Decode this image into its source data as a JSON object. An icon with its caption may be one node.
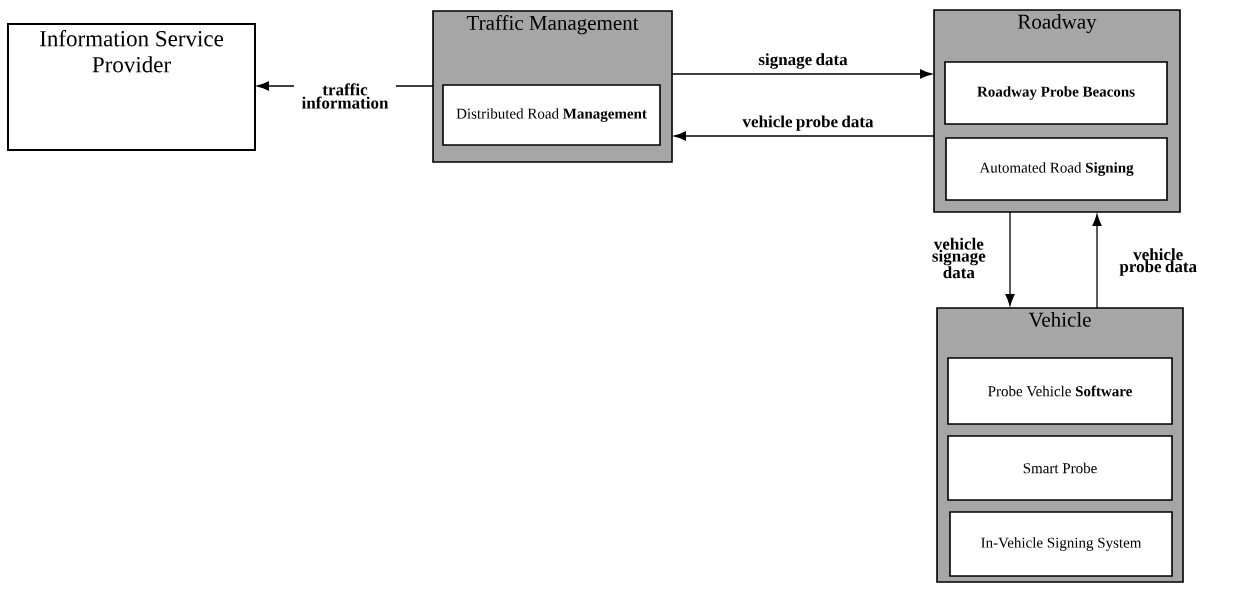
{
  "diagram": {
    "nodes": [
      {
        "text": [
          "Information Service Provider"
        ]
      },
      {
        "text": [
          "Traffic Management"
        ]
      },
      {
        "text": [
          "Distributed Road **Management**"
        ],
        "in": 1
      },
      {
        "text": [
          "Roadway"
        ]
      },
      {
        "text": [
          "Roadway Probe Beacons"
        ],
        "in": 3
      },
      {
        "text": [
          "Automated Road **Signing**"
        ],
        "in": 3
      },
      {
        "text": [
          "Vehicle"
        ]
      },
      {
        "text": [
          "Probe Vehicle **Software**"
        ],
        "in": 6
      },
      {
        "text": [
          "Smart Probe"
        ],
        "in": 6
      },
      {
        "text": [
          "In-Vehicle Signing System"
        ],
        "in": 6
      }
    ],
    "edges": [
      {
        "from": 1,
        "to": 0,
        "arrow": "to",
        "label": "traffic information"
      },
      {
        "from": 1,
        "to": 3,
        "arrow": "to",
        "label": "signage data"
      },
      {
        "from": 3,
        "to": 1,
        "arrow": "to",
        "label": "vehicle probe data"
      },
      {
        "from": 3,
        "to": 6,
        "arrow": "to",
        "label": "vehicle signage data"
      },
      {
        "from": 6,
        "to": 3,
        "arrow": "to",
        "label": "vehicle probe data"
      }
    ]
  }
}
